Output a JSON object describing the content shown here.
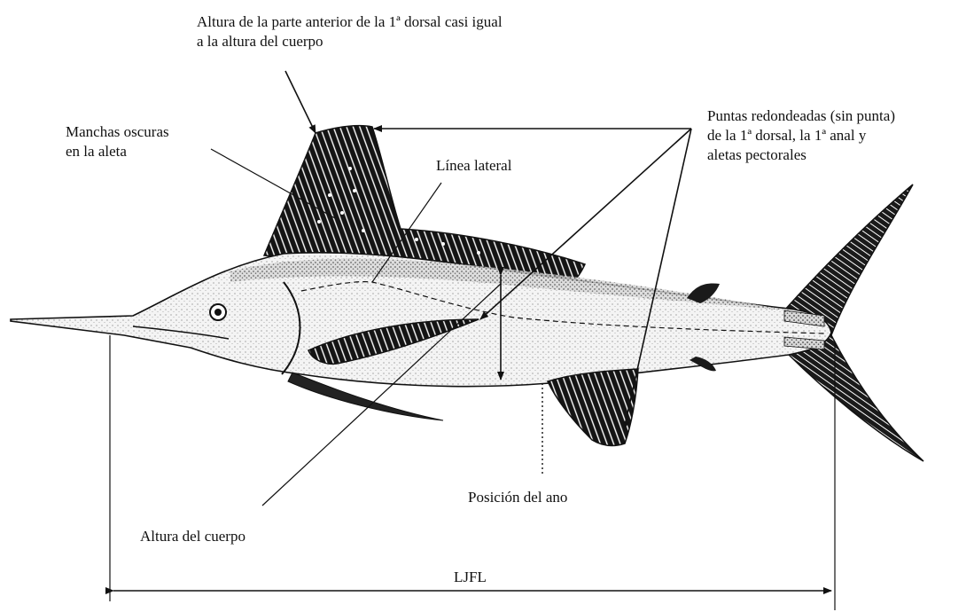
{
  "labels": {
    "dorsal_height": [
      "Altura de la parte anterior de la 1ª dorsal casi igual",
      "a la altura del cuerpo"
    ],
    "spots": [
      "Manchas oscuras",
      "en la aleta"
    ],
    "lateral_line": "Línea lateral",
    "rounded_tips": [
      "Puntas redondeadas (sin punta)",
      "de la 1ª dorsal, la 1ª anal y",
      "aletas pectorales"
    ],
    "anus_position": "Posición del ano",
    "body_height": "Altura del cuerpo",
    "ljfl": "LJFL"
  },
  "colors": {
    "ink": "#111111",
    "body_fill": "#f2f2f2",
    "fin_fill": "#1a1a1a",
    "background": "#ffffff"
  }
}
